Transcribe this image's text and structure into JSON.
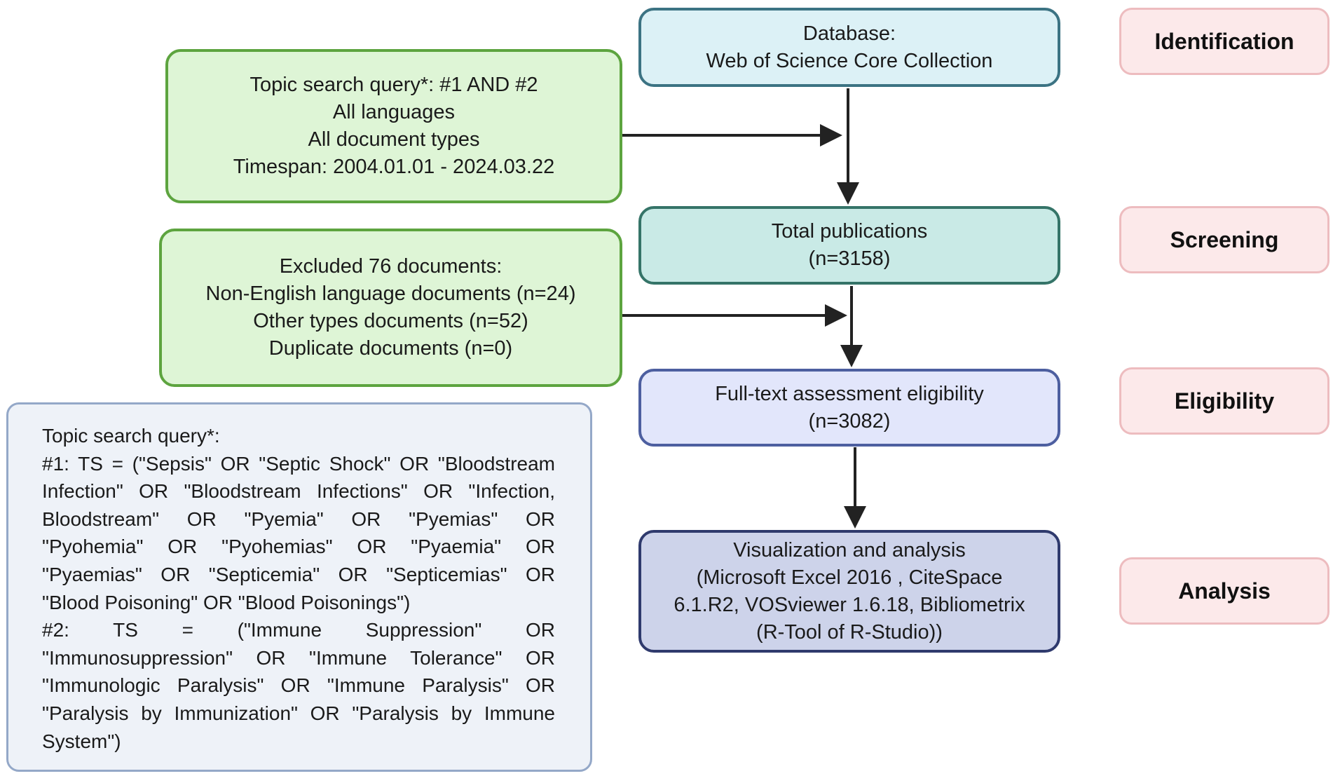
{
  "flow": {
    "database": {
      "lines": [
        "Database:",
        "Web of Science Core Collection"
      ]
    },
    "search_criteria": {
      "lines": [
        "Topic search query*: #1 AND #2",
        "All languages",
        "All document types",
        "Timespan: 2004.01.01 - 2024.03.22"
      ]
    },
    "total": {
      "lines": [
        "Total publications",
        "(n=3158)"
      ]
    },
    "excluded": {
      "lines": [
        "Excluded 76 documents:",
        "Non-English language documents (n=24)",
        "Other types documents (n=52)",
        "Duplicate documents (n=0)"
      ]
    },
    "eligibility": {
      "lines": [
        "Full-text assessment eligibility",
        "(n=3082)"
      ]
    },
    "analysis": {
      "lines": [
        "Visualization and analysis",
        "(Microsoft Excel 2016 , CiteSpace",
        "6.1.R2, VOSviewer 1.6.18, Bibliometrix",
        "(R-Tool of R-Studio))"
      ]
    }
  },
  "stages": [
    "Identification",
    "Screening",
    "Eligibility",
    "Analysis"
  ],
  "query_note": {
    "lines": [
      "Topic search query*:",
      "#1: TS = (\"Sepsis\" OR \"Septic Shock\" OR \"Bloodstream",
      "Infection\" OR \"Bloodstream Infections\" OR \"Infection,",
      "Bloodstream\" OR \"Pyemia\" OR \"Pyemias\" OR",
      "\"Pyohemia\" OR \"Pyohemias\" OR \"Pyaemia\" OR",
      "\"Pyaemias\" OR \"Septicemia\" OR \"Septicemias\" OR",
      "\"Blood Poisoning\" OR \"Blood Poisonings\")",
      "#2: TS = (\"Immune Suppression\" OR",
      "\"Immunosuppression\" OR \"Immune Tolerance\" OR",
      "\"Immunologic Paralysis\" OR \"Immune Paralysis\" OR",
      "\"Paralysis by Immunization\" OR \"Paralysis by Immune",
      "System\")"
    ]
  },
  "colors": {
    "green_fill": "#def5d6",
    "green_border": "#5da43f",
    "database_fill": "#dcf1f6",
    "total_fill": "#c9eae6",
    "eligibility_fill": "#e2e6fb",
    "analysis_fill": "#cdd3ea",
    "stage_fill": "#fce9ea",
    "stage_border": "#edbcbf",
    "query_fill": "#eef2f8",
    "arrow": "#222222"
  }
}
